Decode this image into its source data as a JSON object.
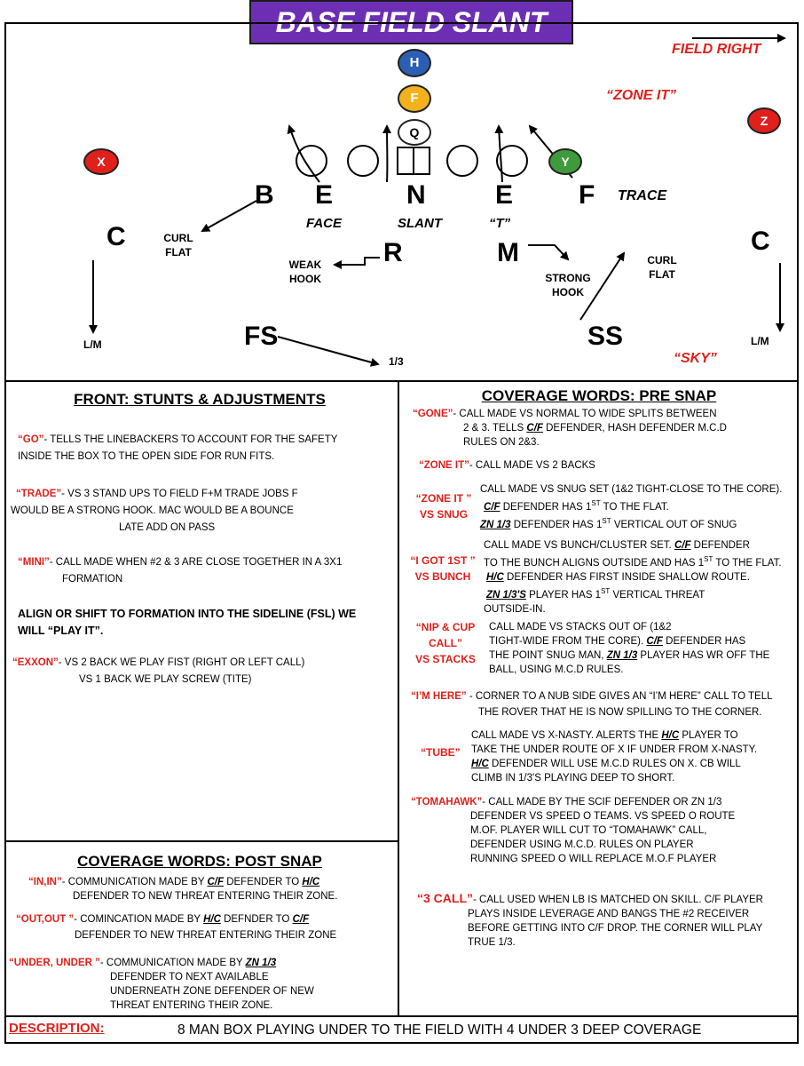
{
  "title": "BASE FIELD SLANT",
  "diagram": {
    "field_right": "FIELD RIGHT",
    "zone_it": "“ZONE IT”",
    "sky": "“SKY”",
    "trace": "TRACE",
    "offense": {
      "h": "H",
      "f": "F",
      "q": "Q",
      "x": "X",
      "z": "Z",
      "y": "Y"
    },
    "defense": {
      "b": "B",
      "e1": "E",
      "n": "N",
      "e2": "E",
      "f": "F",
      "c_left": "C",
      "c_right": "C",
      "r": "R",
      "m": "M",
      "fs": "FS",
      "ss": "SS"
    },
    "calls": {
      "face": "FACE",
      "slant": "SLANT",
      "t": "“T”"
    },
    "labels": {
      "curl_flat_left": [
        "CURL",
        "FLAT"
      ],
      "weak_hook": [
        "WEAK",
        "HOOK"
      ],
      "strong_hook": [
        "STRONG",
        "HOOK"
      ],
      "curl_flat_right": [
        "CURL",
        "FLAT"
      ],
      "lm_left": "L/M",
      "lm_right": "L/M",
      "one_third": "1/3"
    }
  },
  "front": {
    "heading": "FRONT: STUNTS & ADJUSTMENTS",
    "go": {
      "term": "“GO”",
      "text1": "- TELLS THE LINEBACKERS TO ACCOUNT FOR THE SAFETY",
      "text2": "INSIDE THE BOX TO THE OPEN SIDE FOR RUN FITS."
    },
    "trade": {
      "term": "“TRADE”",
      "text1": "- VS 3 STAND UPS TO FIELD F+M TRADE JOBS F",
      "text2": "WOULD BE A STRONG HOOK. MAC WOULD BE A BOUNCE",
      "text3": "LATE ADD ON PASS"
    },
    "mini": {
      "term": "“MINI”",
      "text1": "- CALL MADE WHEN #2 & 3 ARE CLOSE TOGETHER IN A 3X1",
      "text2": "FORMATION"
    },
    "align": {
      "text1": "ALIGN OR SHIFT TO FORMATION INTO THE SIDELINE (FSL) WE",
      "text2": "WILL “PLAY IT”."
    },
    "exxon": {
      "term": "“EXXON”",
      "text1": "- VS 2 BACK WE PLAY FIST (RIGHT OR LEFT CALL)",
      "text2": "VS 1 BACK WE PLAY SCREW (TITE)"
    }
  },
  "post": {
    "heading": "COVERAGE WORDS: POST SNAP",
    "inin": {
      "term": "“IN,IN”",
      "text1a": "- COMMUNICATION MADE BY ",
      "cf": "C/F",
      "text1b": " DEFENDER TO ",
      "hc": "H/C",
      "text2": "DEFENDER TO NEW THREAT ENTERING THEIR ZONE."
    },
    "outout": {
      "term": "“OUT,OUT ”",
      "text1a": "- COMINCATION MADE BY ",
      "hc": "H/C",
      "text1b": " DEFNDER TO ",
      "cf": "C/F",
      "text2": "DEFENDER TO NEW THREAT ENTERING THEIR ZONE"
    },
    "under": {
      "term": "“UNDER, UNDER ”",
      "text1a": "- COMMUNICATION MADE BY ",
      "zn": "ZN 1/3",
      "text2": "DEFENDER TO NEXT AVAILABLE",
      "text3": "UNDERNEATH ZONE DEFENDER OF NEW",
      "text4": "THREAT ENTERING THEIR ZONE."
    }
  },
  "pre": {
    "heading": "COVERAGE WORDS: PRE SNAP",
    "gone": {
      "term": "“GONE”",
      "text1": "- CALL MADE VS NORMAL TO WIDE SPLITS BETWEEN",
      "text2a": "2 & 3. TELLS ",
      "cf": "C/F",
      "text2b": " DEFENDER, HASH DEFENDER M.C.D",
      "text3": "RULES ON 2&3."
    },
    "zoneit": {
      "term": "“ZONE IT”",
      "text1": "- CALL MADE VS 2 BACKS"
    },
    "zoneitsnug": {
      "term1": "“ZONE IT ”",
      "term2": "VS SNUG",
      "text1": "CALL MADE VS SNUG SET (1&2 TIGHT-CLOSE TO THE CORE).",
      "cf": "C/F",
      "text2a": " DEFENDER HAS 1",
      "sup": "ST",
      "text2b": " TO THE FLAT.",
      "zn": "ZN 1/3",
      "text3a": " DEFENDER HAS 1",
      "text3b": " VERTICAL OUT OF SNUG"
    },
    "igot": {
      "term1": "“I GOT 1ST ”",
      "term2": "VS BUNCH",
      "text1a": "CALL MADE VS BUNCH/CLUSTER SET. ",
      "cf": "C/F",
      "text1b": " DEFENDER",
      "text2a": "TO THE BUNCH ALIGNS OUTSIDE AND HAS 1",
      "sup": "ST",
      "text2b": " TO THE FLAT.",
      "hc": "H/C",
      "text3": " DEFENDER HAS FIRST INSIDE SHALLOW ROUTE.",
      "zn": "ZN 1/3'S",
      "text4a": " PLAYER HAS 1",
      "text4b": " VERTICAL THREAT",
      "text5": "OUTSIDE-IN."
    },
    "nip": {
      "term1": "“NIP & CUP",
      "term2": "CALL”",
      "term3": "VS STACKS",
      "text1": "CALL MADE VS STACKS OUT OF (1&2",
      "text2a": "TIGHT-WIDE FROM THE CORE). ",
      "cf": "C/F",
      "text2b": " DEFENDER HAS",
      "text3a": "THE POINT SNUG MAN, ",
      "zn": "ZN 1/3",
      "text3b": " PLAYER HAS WR OFF THE",
      "text4": "BALL, USING M.C.D RULES."
    },
    "imhere": {
      "term": "“I’M HERE”",
      "text1": " - CORNER TO A NUB SIDE GIVES AN “I’M HERE” CALL TO TELL",
      "text2": "THE ROVER THAT HE IS NOW SPILLING TO THE CORNER."
    },
    "tube": {
      "term": "“TUBE”",
      "text1a": "CALL MADE VS X-NASTY. ALERTS THE ",
      "hc": "H/C",
      "text1b": " PLAYER TO",
      "text2": "TAKE THE UNDER ROUTE OF X IF UNDER FROM X-NASTY.",
      "text3": " DEFENDER WILL USE M.C.D RULES ON X. CB WILL",
      "text4": "CLIMB IN 1/3'S PLAYING DEEP TO SHORT."
    },
    "tomahawk": {
      "term": "“TOMAHAWK”",
      "text1": "- CALL MADE BY THE SCIF DEFENDER OR ZN 1/3",
      "text2": "DEFENDER VS SPEED O TEAMS. VS SPEED O ROUTE",
      "text3": "M.OF. PLAYER WILL CUT TO “TOMAHAWK” CALL,",
      "text4": "DEFENDER USING M.C.D. RULES ON PLAYER",
      "text5": "RUNNING SPEED O WILL REPLACE M.O.F PLAYER"
    },
    "threecall": {
      "term": "“3 CALL”",
      "text1": "- CALL USED WHEN LB IS MATCHED ON SKILL. C/F PLAYER",
      "text2": "PLAYS INSIDE LEVERAGE AND BANGS THE #2 RECEIVER",
      "text3": "BEFORE GETTING INTO C/F DROP. THE CORNER WILL PLAY",
      "text4": "TRUE 1/3."
    }
  },
  "description": {
    "label": "DESCRIPTION:",
    "text": "8 MAN BOX PLAYING UNDER TO THE FIELD WITH 4 UNDER 3 DEEP COVERAGE"
  },
  "colors": {
    "title_bg": "#6c2fb4",
    "red": "#e0201b",
    "h_blue": "#2b5fb3",
    "f_yellow": "#f3b21d",
    "y_green": "#3f9a3c"
  }
}
